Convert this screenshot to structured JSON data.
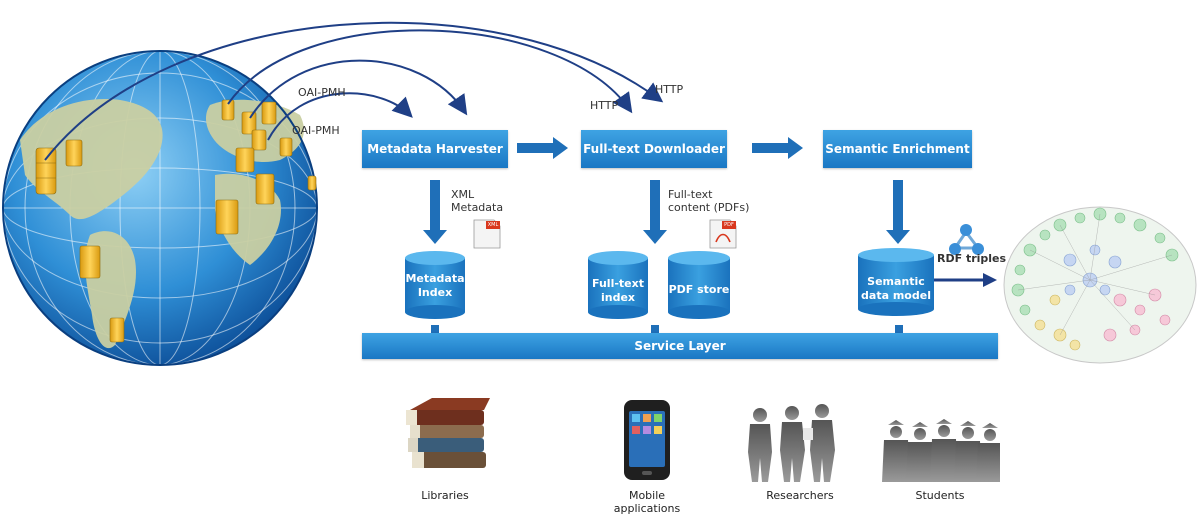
{
  "sources": {
    "label_oai_1": "OAI-PMH",
    "label_oai_2": "OAI-PMH",
    "label_http_1": "HTTP",
    "label_http_2": "HTTP"
  },
  "pipeline": {
    "harvester": "Metadata Harvester",
    "downloader": "Full-text Downloader",
    "enrichment": "Semantic Enrichment"
  },
  "annotations": {
    "xml_metadata": [
      "XML",
      "Metadata"
    ],
    "fulltext_content": [
      "Full-text",
      "content (PDFs)"
    ],
    "rdf_triples": "RDF triples",
    "xml_file_tag": "XML",
    "pdf_file_tag": "PDF"
  },
  "stores": {
    "metadata_index": [
      "Metadata",
      "Index"
    ],
    "fulltext_index": [
      "Full-text",
      "index"
    ],
    "pdf_store": "PDF store",
    "semantic_model": [
      "Semantic",
      "data model"
    ]
  },
  "service_layer": "Service Layer",
  "audiences": {
    "libraries": "Libraries",
    "mobile": [
      "Mobile",
      "applications"
    ],
    "researchers": "Researchers",
    "students": "Students"
  },
  "colors": {
    "box_top": "#3ea3e3",
    "box_bottom": "#1a77c4",
    "arrow": "#1f6fb8",
    "arc": "#1f3f86",
    "db": "#f2b824"
  }
}
